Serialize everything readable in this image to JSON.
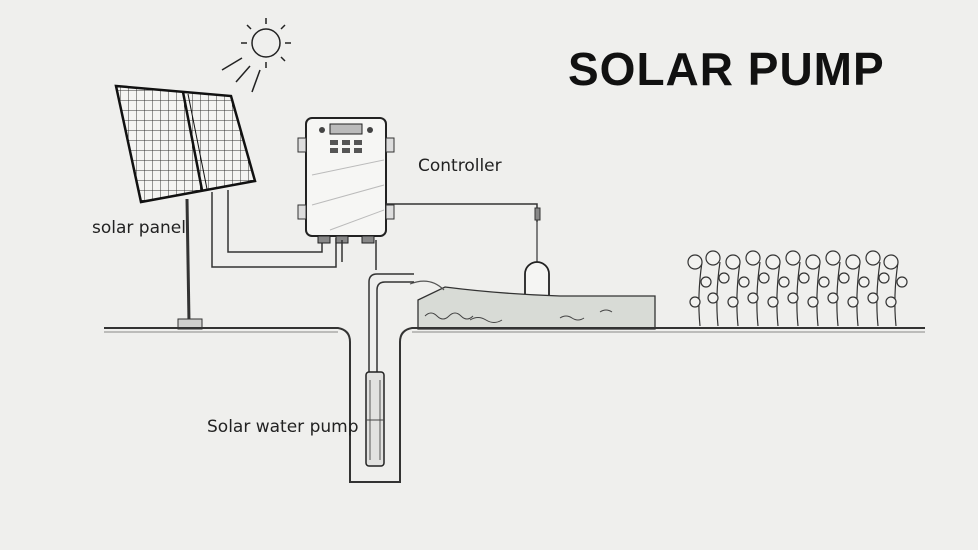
{
  "title": "SOLAR PUMP",
  "labels": {
    "solar_panel": "solar panel",
    "controller": "Controller",
    "water_pump": "Solar water pump"
  },
  "colors": {
    "background": "#efefed",
    "ink": "#222222",
    "water": "#d8dbd6"
  }
}
